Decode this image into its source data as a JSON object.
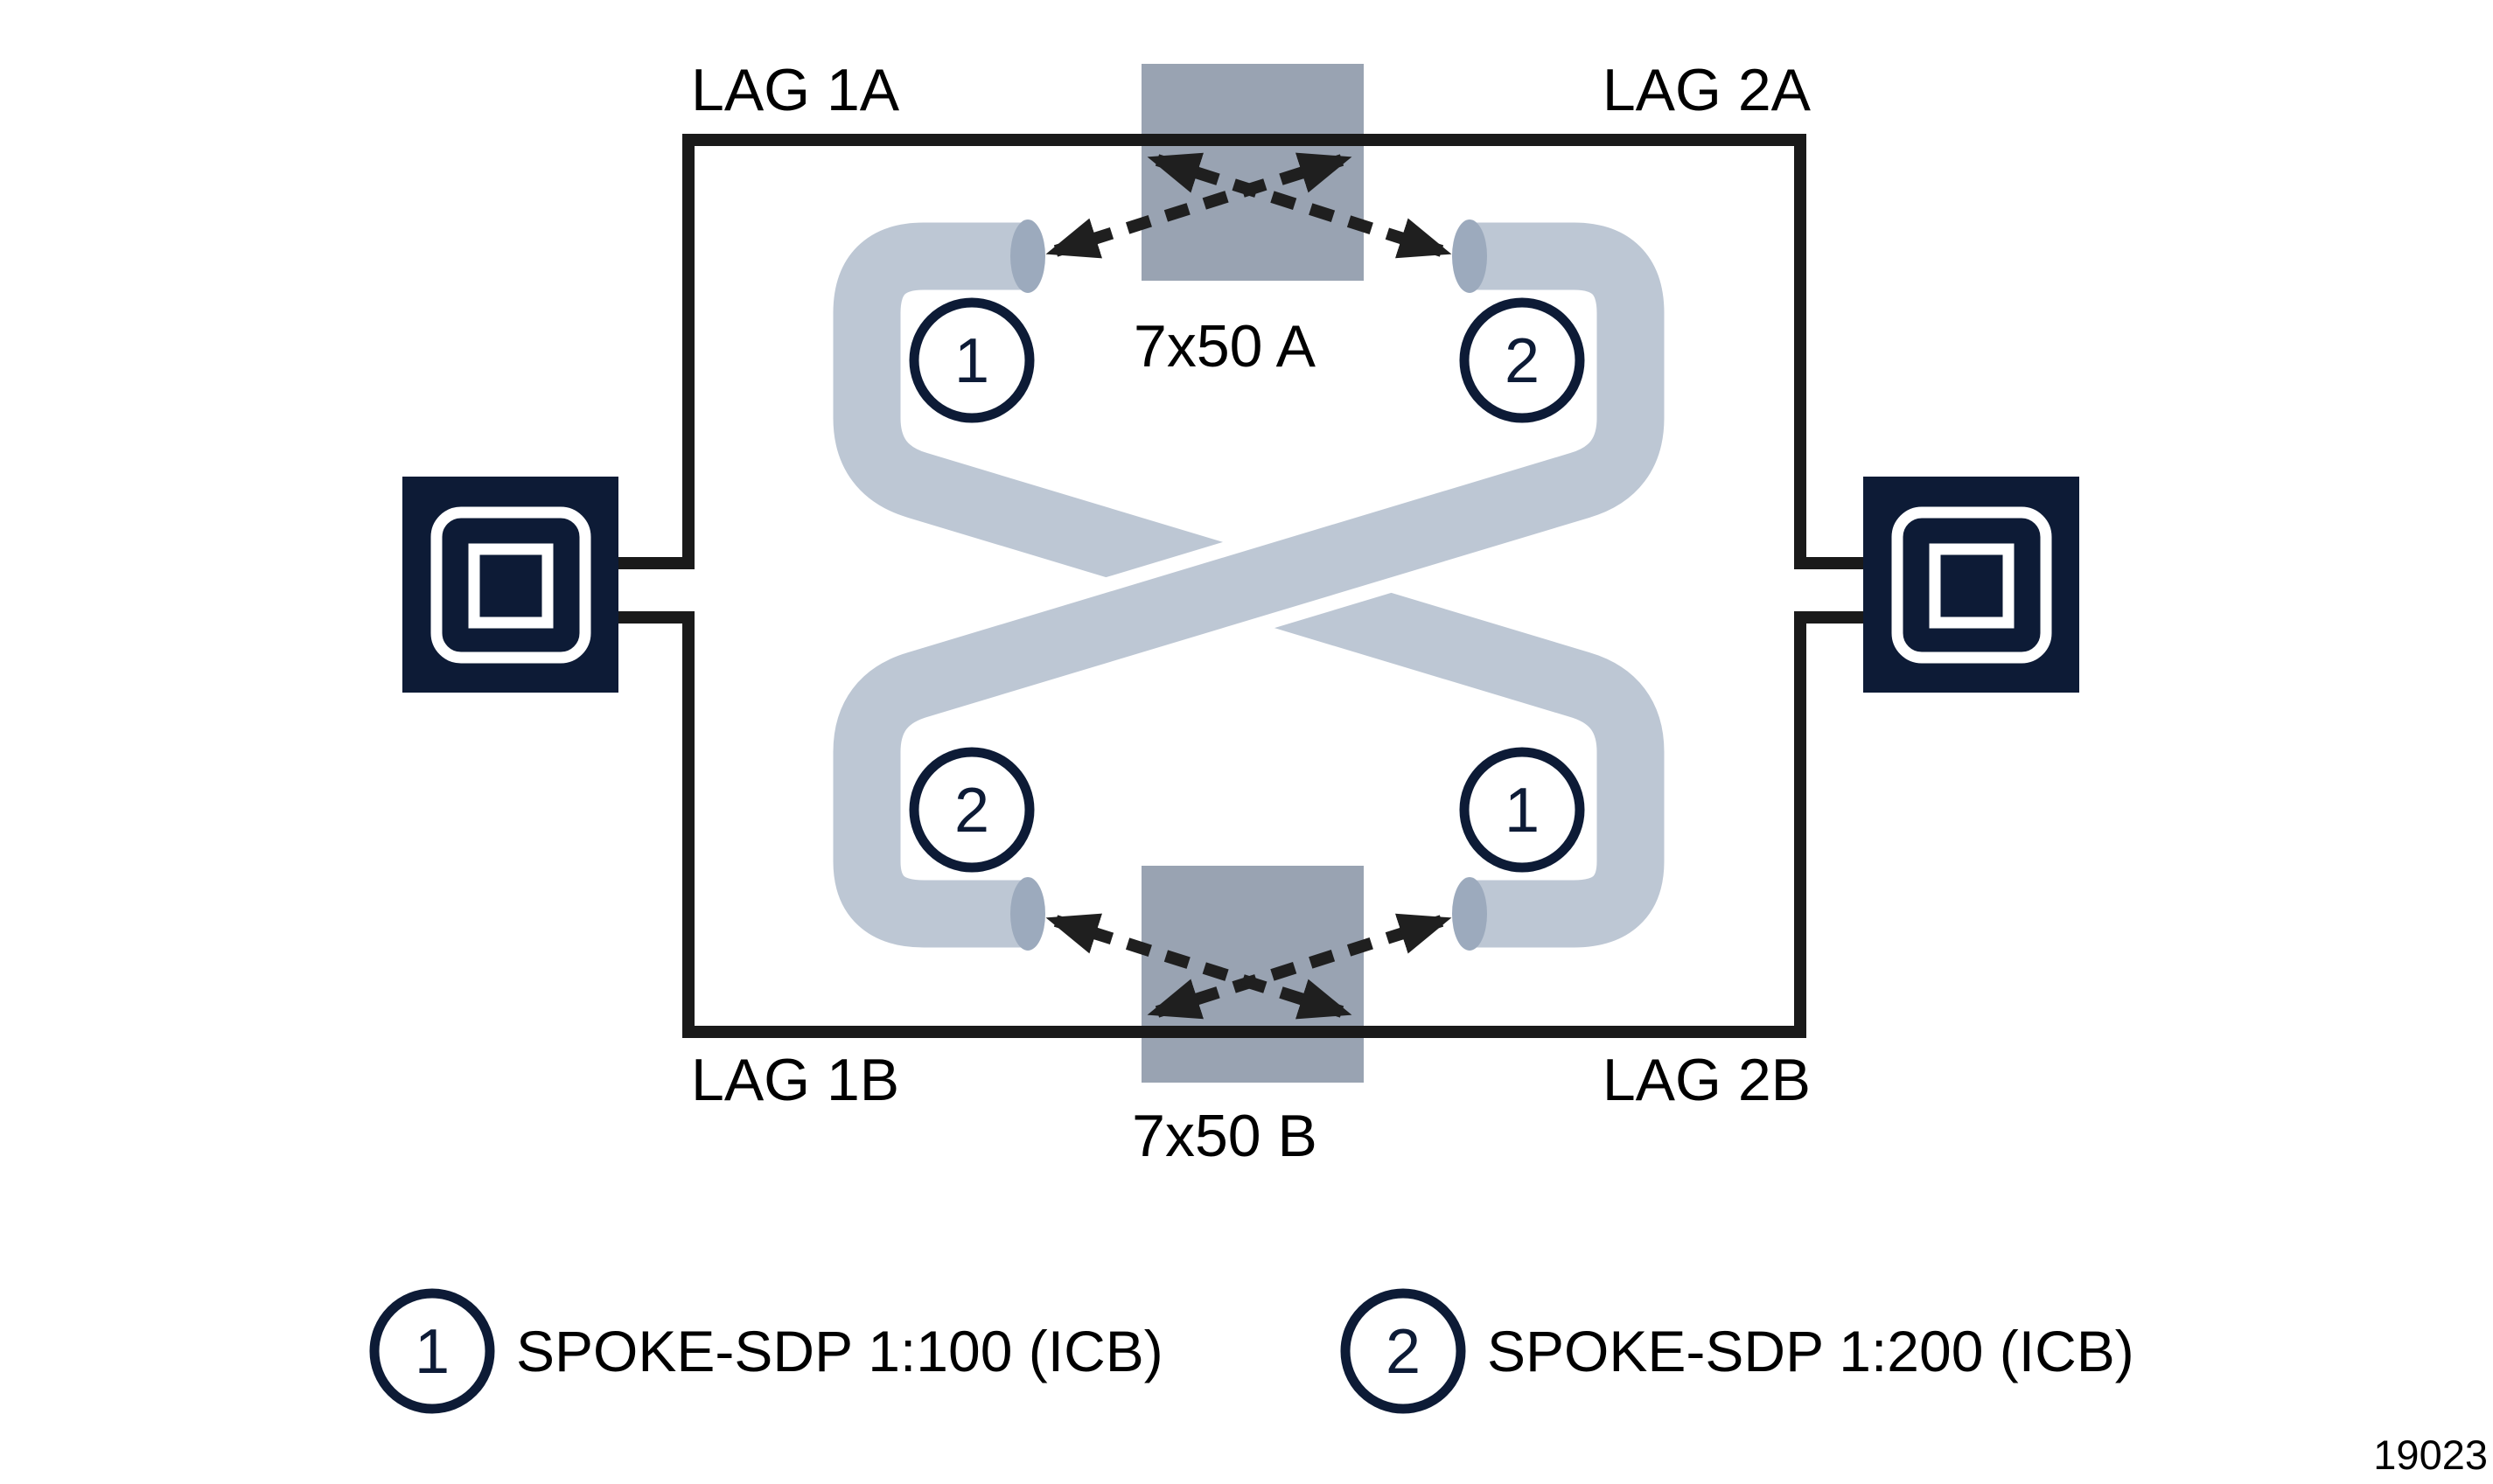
{
  "diagram": {
    "lag_labels": {
      "top_left": "LAG 1A",
      "top_right": "LAG 2A",
      "bottom_left": "LAG 1B",
      "bottom_right": "LAG 2B"
    },
    "routers": {
      "a_label": "7x50 A",
      "b_label": "7x50 B"
    },
    "ports": {
      "top_left": "1",
      "top_right": "2",
      "bottom_left": "2",
      "bottom_right": "1"
    },
    "legend": {
      "items": [
        {
          "symbol": "1",
          "label": "SPOKE-SDP 1:100 (ICB)"
        },
        {
          "symbol": "2",
          "label": "SPOKE-SDP 1:200 (ICB)"
        }
      ]
    },
    "figure_number": "19023",
    "colors": {
      "navy": "#0d1b36",
      "ribbon_gray": "#bdc7d4",
      "tube_end_gray": "#9caabd",
      "router_gray": "#99a3b2",
      "line_black": "#1a1a1a"
    }
  }
}
